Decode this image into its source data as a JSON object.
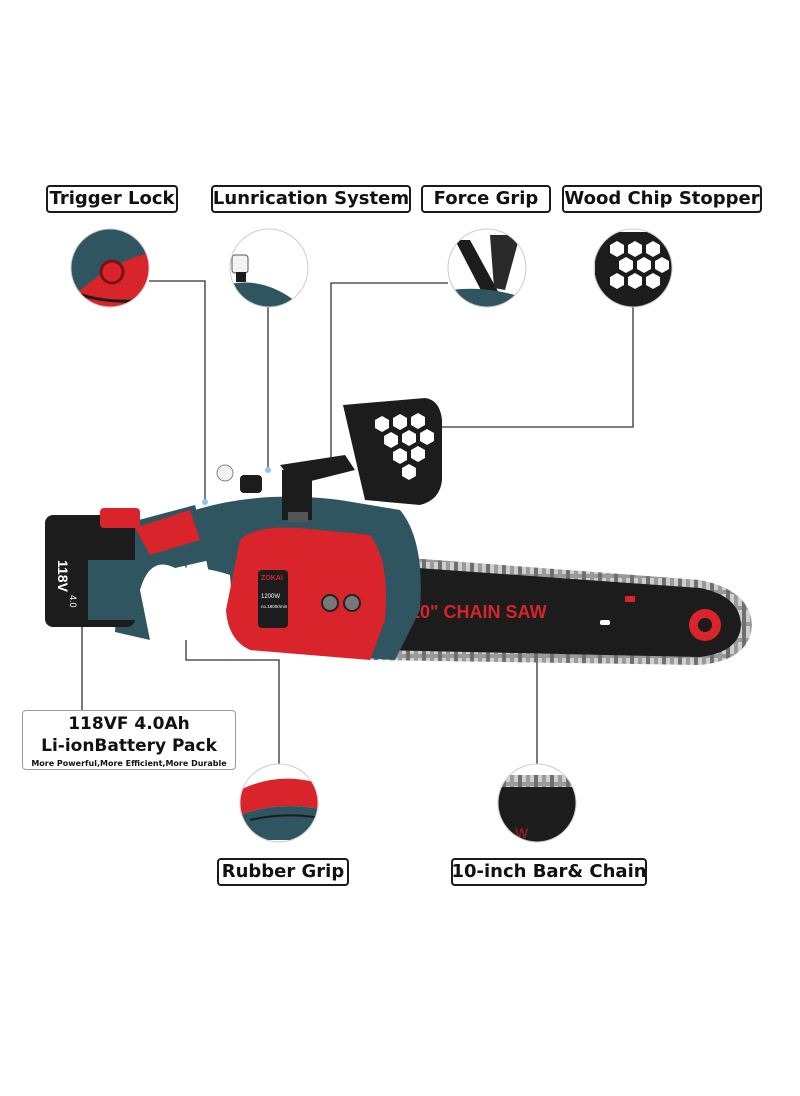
{
  "callouts": {
    "trigger_lock": "Trigger Lock",
    "lubrication": "Lunrication System",
    "force_grip": "Force Grip",
    "chip_stopper": "Wood Chip Stopper",
    "rubber_grip": "Rubber Grip",
    "bar_chain": "10-inch Bar& Chain"
  },
  "battery": {
    "line1": "118VF 4.0Ah",
    "line2": "Li-ionBattery Pack",
    "line3": "More Powerful,More Efficient,More Durable",
    "pack_text": "118V",
    "pack_capacity": "4.0"
  },
  "product": {
    "brand": "ZOKAI",
    "power": "1200W",
    "speed": "no.1800r/min",
    "bar_text": "10\"  CHAIN SAW"
  },
  "colors": {
    "red": "#d8242a",
    "teal": "#2f5560",
    "black": "#1c1c1c"
  }
}
